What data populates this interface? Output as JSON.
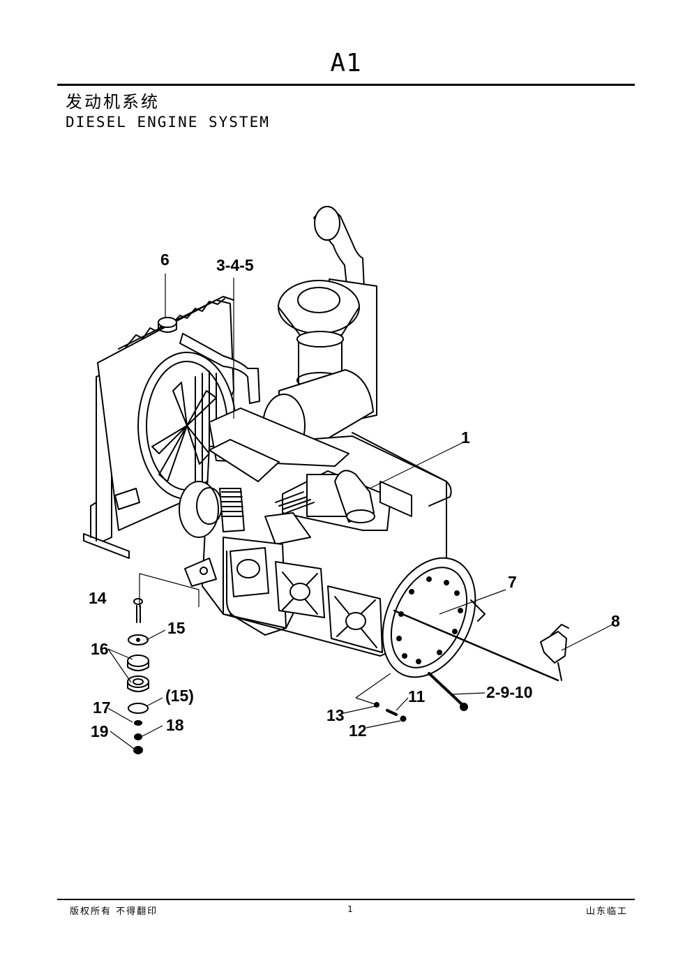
{
  "header": {
    "page_code": "A1",
    "title_cn": "发动机系统",
    "title_en": "DIESEL ENGINE SYSTEM"
  },
  "callouts": {
    "c1": "1",
    "c2_9_10": "2-9-10",
    "c3_4_5": "3-4-5",
    "c6": "6",
    "c7": "7",
    "c8": "8",
    "c11": "11",
    "c12": "12",
    "c13": "13",
    "c14": "14",
    "c15": "15",
    "c15b": "(15)",
    "c16": "16",
    "c17": "17",
    "c18": "18",
    "c19": "19"
  },
  "footer": {
    "left": "版权所有  不得翻印",
    "page_number": "1",
    "right": "山东临工"
  }
}
